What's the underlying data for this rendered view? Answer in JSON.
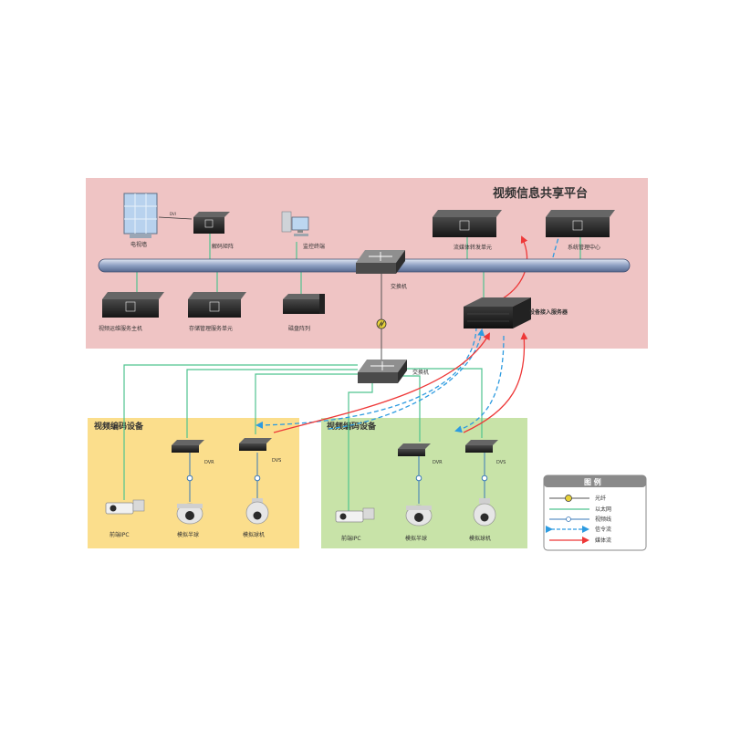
{
  "platform": {
    "title": "视频信息共享平台",
    "devices": {
      "video_wall": "电视墙",
      "decoder_matrix": "解码矩阵",
      "monitor_terminal": "监控终端",
      "media_forward": "流媒体转发单元",
      "system_mgmt": "系统管理中心",
      "switch": "交换机",
      "ops_server": "视频运维服务主机",
      "storage_mgmt": "存储管理服务单元",
      "disk_array": "磁盘阵列",
      "access_server": "设备接入服务器"
    },
    "cable_tag": "DVI"
  },
  "switch2_label": "交换机",
  "zone_left": {
    "title": "视频编码设备",
    "dvr": "DVR",
    "dvs": "DVS",
    "ipc": "前端IPC",
    "dome": "模拟半球",
    "ptz": "模拟球机"
  },
  "zone_right": {
    "title": "视频编码设备",
    "dvr": "DVR",
    "dvs": "DVS",
    "ipc": "前端IPC",
    "dome": "模拟半球",
    "ptz": "模拟球机"
  },
  "legend": {
    "title": "图 例",
    "items": [
      "光纤",
      "以太网",
      "视频线",
      "信令流",
      "媒体流"
    ]
  },
  "colors": {
    "platform_bg": "#efc4c4",
    "zone_left_bg": "#fbde8c",
    "zone_right_bg": "#c8e3a8",
    "ethernet": "#4fc38f",
    "video": "#3a78b8",
    "signal": "#2d9be0",
    "media": "#ee3838",
    "legend_header": "#8a8a8a"
  }
}
